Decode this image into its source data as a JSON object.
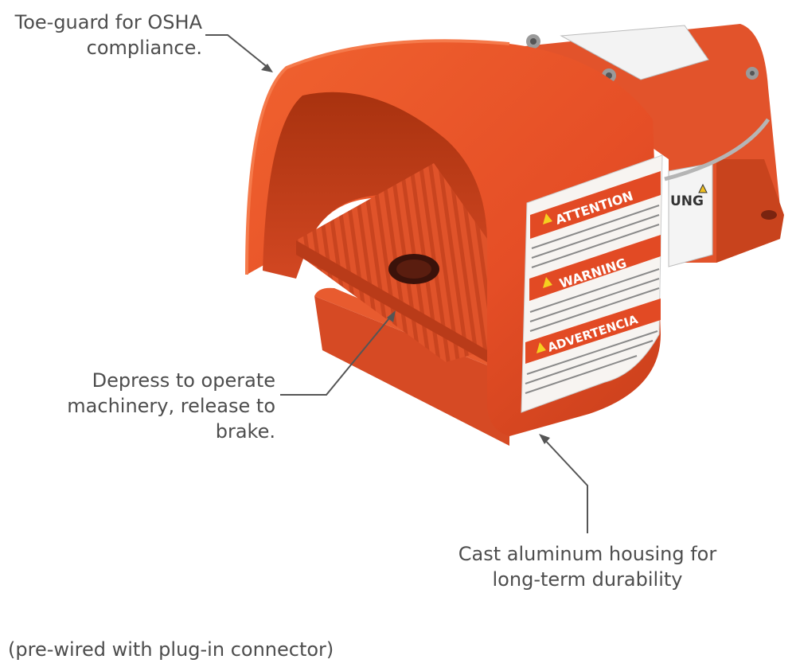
{
  "callouts": {
    "toe_guard": [
      "Toe-guard for OSHA",
      "compliance."
    ],
    "depress": [
      "Depress to operate",
      "machinery, release to brake."
    ],
    "housing": [
      "Cast aluminum housing for",
      "long-term durability"
    ]
  },
  "footnote": "(pre-wired with plug-in connector)",
  "label": {
    "attention": "ATTENTION",
    "warning": "WARNING",
    "advertencia": "ADVERTENCIA",
    "side_fragment": "UNG"
  },
  "colors": {
    "housing": "#e8502a",
    "housing_shadow": "#c23d1a",
    "housing_dark": "#9e2e12",
    "label_band": "#e24a24",
    "arrow": "#555555"
  }
}
